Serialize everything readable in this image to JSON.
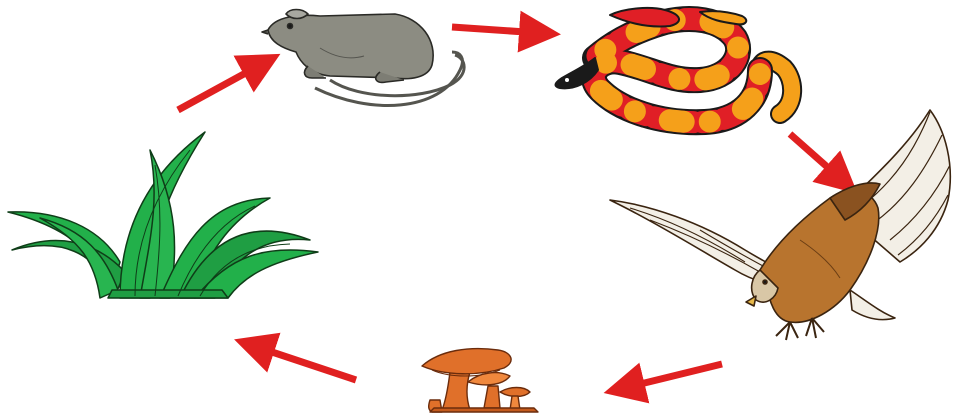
{
  "diagram": {
    "nodes": [
      {
        "id": "grass",
        "icon": "grass-icon"
      },
      {
        "id": "mouse",
        "icon": "mouse-icon"
      },
      {
        "id": "snake",
        "icon": "snake-icon"
      },
      {
        "id": "eagle",
        "icon": "eagle-icon"
      },
      {
        "id": "mushroom",
        "icon": "mushroom-icon"
      }
    ],
    "edges": [
      {
        "from": "grass",
        "to": "mouse"
      },
      {
        "from": "mouse",
        "to": "snake"
      },
      {
        "from": "snake",
        "to": "eagle"
      },
      {
        "from": "eagle",
        "to": "mushroom"
      },
      {
        "from": "mushroom",
        "to": "grass"
      }
    ],
    "colors": {
      "arrow": "#e02020",
      "grass": "#22b04a",
      "mouse": "#8c8c82",
      "snake_red": "#e01f26",
      "snake_orange": "#f5a01a",
      "snake_black": "#1a1a1a",
      "eagle": "#b8742e",
      "mushroom": "#e0702a"
    }
  }
}
